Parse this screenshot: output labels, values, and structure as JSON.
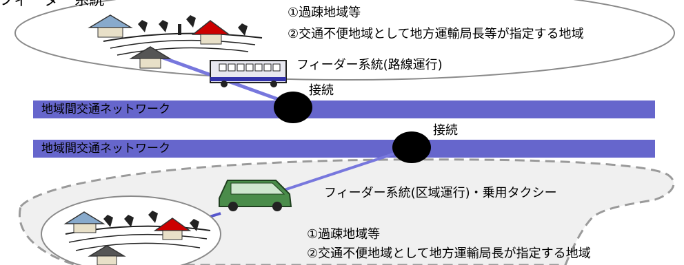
{
  "top_cut_text": "フィーダー系統",
  "top_area": {
    "line1": "①過疎地域等",
    "line2": "②交通不便地域として地方運輸局長等が指定する地域"
  },
  "feeder_route_label": "フィーダー系統(路線運行)",
  "connection_label_1": "接続",
  "connection_label_2": "接続",
  "network_band_1_label": "地域間交通ネットワーク",
  "network_band_2_label": "地域間交通ネットワーク",
  "feeder_area_label": "フィーダー系統(区域運行)・乗用タクシー",
  "bottom_area": {
    "line1": "①過疎地域等",
    "line2": "②交通不便地域として地方運輸局長が指定する地域"
  },
  "colors": {
    "network_band": "#6666cc",
    "route_line": "#7777dd",
    "connection_node": "#000000",
    "area_outline": "#808080",
    "area_fill_bottom": "#f0f0f0",
    "house_red": "#cc0000",
    "house_blue": "#88aacc",
    "house_gray": "#555555",
    "taxi_green": "#4a8c4a"
  }
}
